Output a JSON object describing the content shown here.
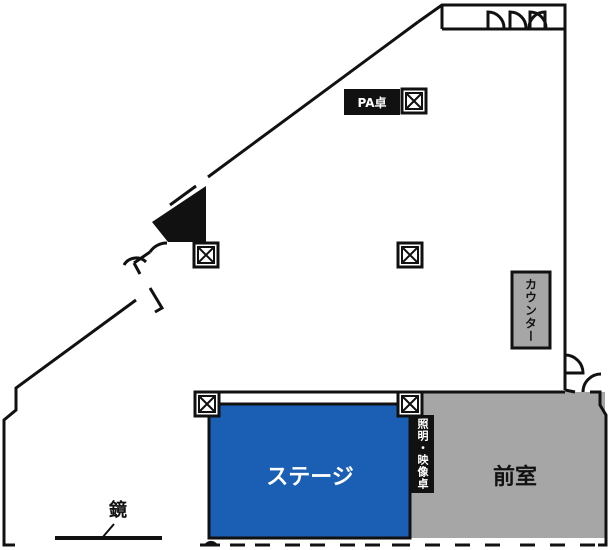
{
  "labels": {
    "pa_desk": "PA卓",
    "counter": "カウンター",
    "lighting_video_desk": "照明・映像卓",
    "stage": "ステージ",
    "lobby": "前室",
    "mirror": "鏡"
  },
  "colors": {
    "stage_fill": "#1a5fb4",
    "lobby_fill": "#a6a6a6",
    "counter_fill": "#a6a6a6",
    "outline": "#111111",
    "label_box": "#111111"
  },
  "icons": {
    "speaker_box": "crossed-square-icon",
    "door": "door-swing-icon"
  }
}
